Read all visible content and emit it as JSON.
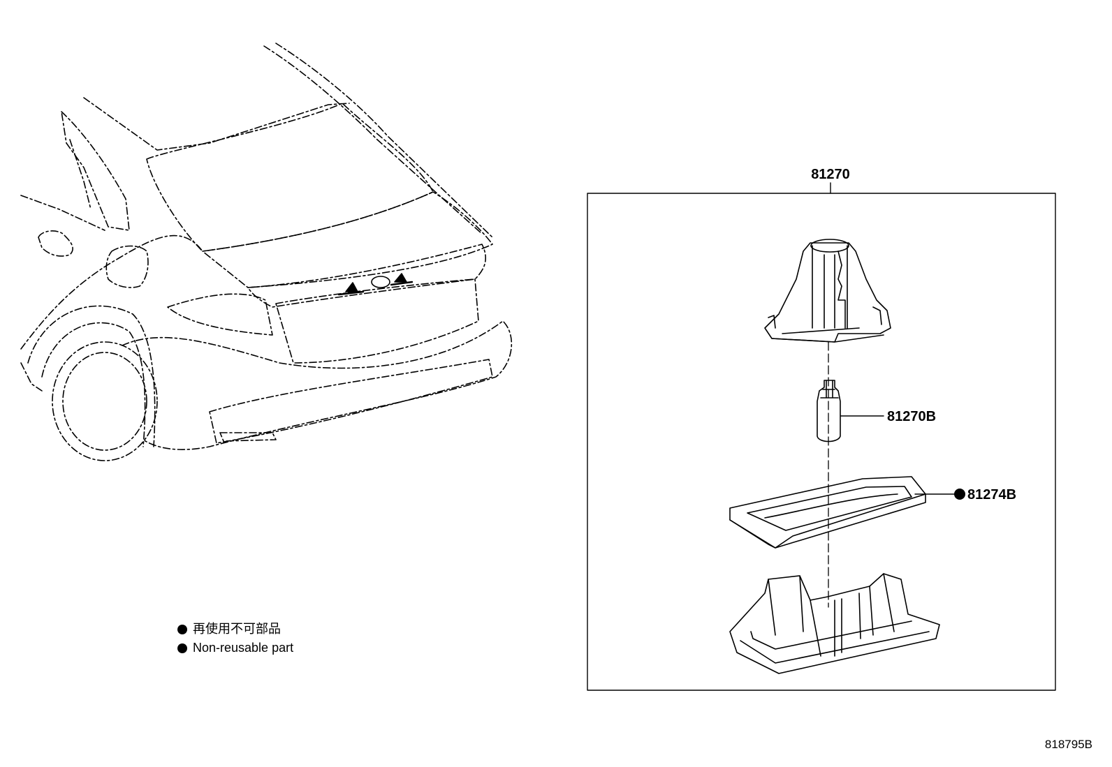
{
  "diagram": {
    "assembly_label": "81270",
    "part_labels": {
      "bulb": "81270B",
      "gasket": "81274B"
    },
    "legend": {
      "line_jp": "再使用不可部品",
      "line_en": "Non-reusable part"
    },
    "reference_code": "818795B",
    "colors": {
      "ink": "#000000",
      "paper": "#ffffff"
    }
  }
}
